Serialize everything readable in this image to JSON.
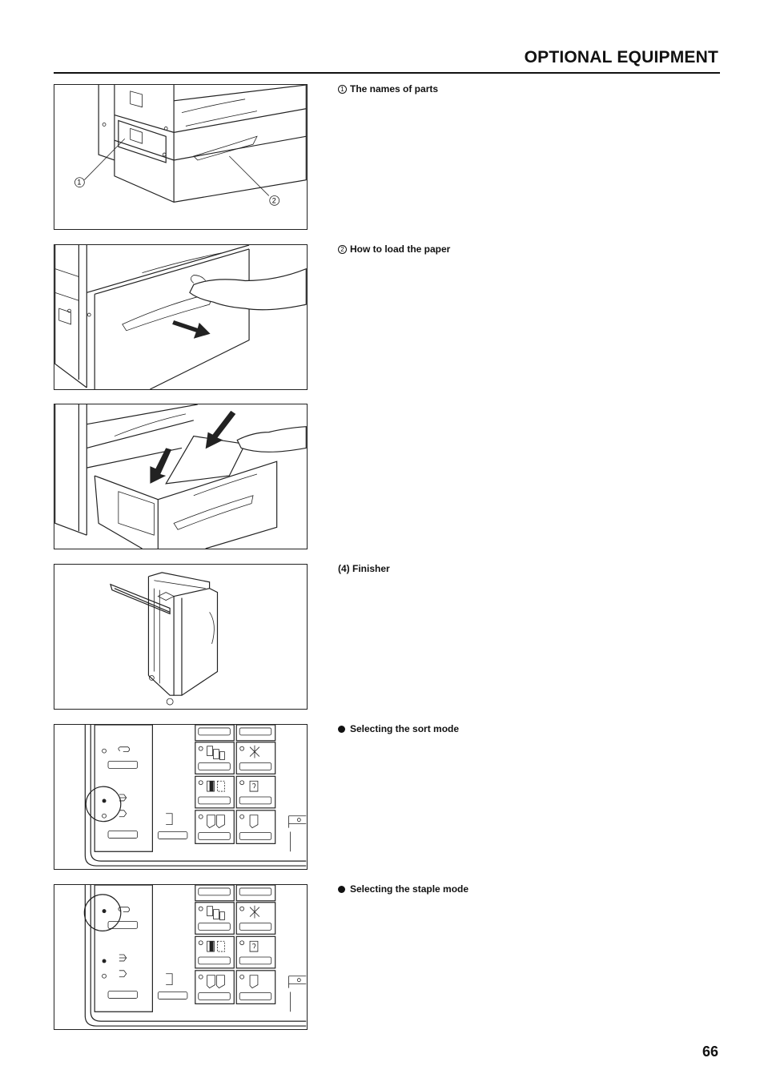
{
  "header": {
    "title": "OPTIONAL EQUIPMENT"
  },
  "sections": {
    "names_of_parts": {
      "number": "1",
      "label": "The names of parts",
      "callout_1": "1",
      "callout_2": "2"
    },
    "load_paper": {
      "number": "2",
      "label": "How to load the paper"
    },
    "finisher": {
      "label": "(4) Finisher"
    },
    "sort_mode": {
      "label": "Selecting the sort mode"
    },
    "staple_mode": {
      "label": "Selecting the staple mode"
    }
  },
  "page": {
    "number": "66"
  },
  "icons": [
    "cassette-callout-illustration",
    "pull-drawer-illustration",
    "load-paper-illustration",
    "finisher-illustration",
    "sort-mode-panel-illustration",
    "staple-mode-panel-illustration"
  ]
}
